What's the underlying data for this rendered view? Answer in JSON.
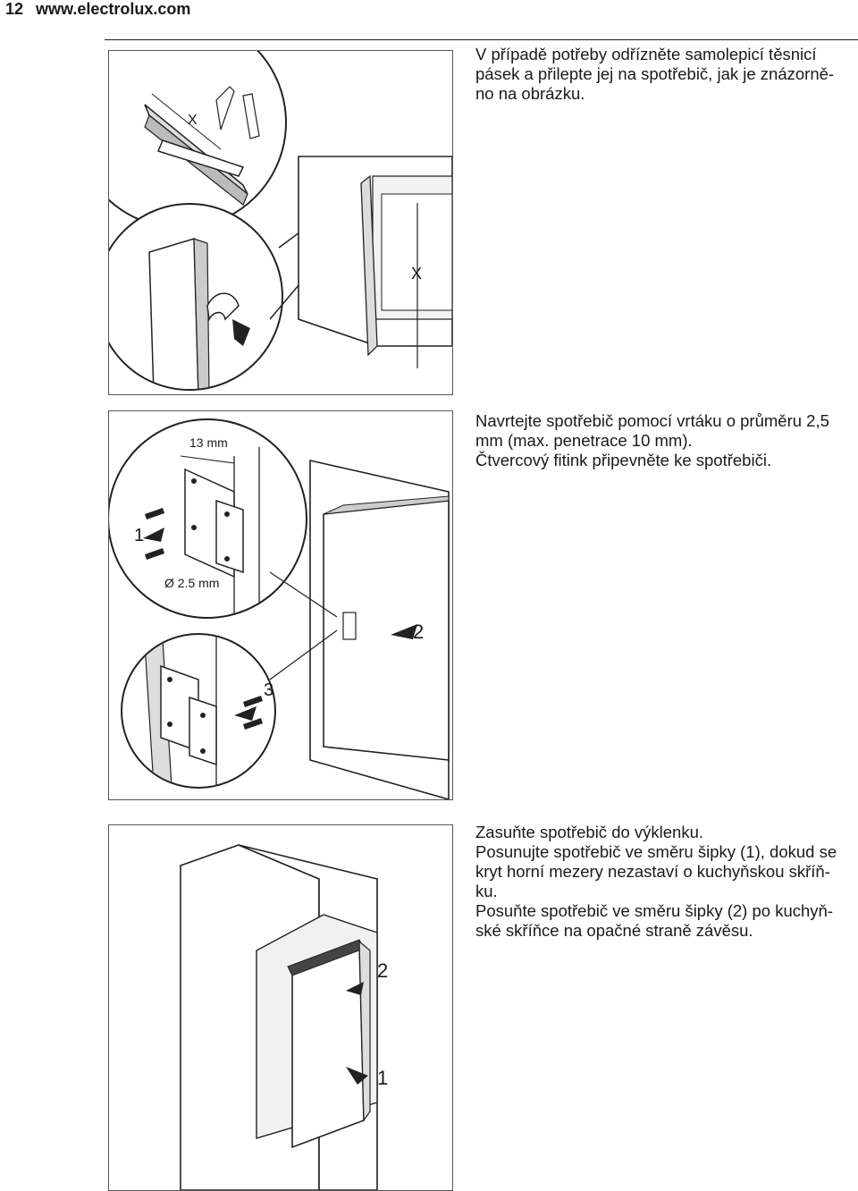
{
  "header": {
    "page_number": "12",
    "website": "www.electrolux.com"
  },
  "sections": [
    {
      "text": [
        "V případě potřeby odřízněte samolepicí těsnicí pásek a přilepte jej na spotřebič, jak je znázorně-",
        "no na obrázku."
      ]
    },
    {
      "text": [
        "Navrtejte spotřebič pomocí vrtáku o průměru 2,5 mm (max. penetrace 10 mm).",
        "Čtvercový fitink připevněte ke spotřebiči."
      ]
    },
    {
      "text": [
        "Zasuňte spotřebič do výklenku.",
        "Posunujte spotřebič ve směru šipky (1), dokud se kryt horní mezery nezastaví o kuchyňskou skříň-",
        "ku.",
        "Posuňte spotřebič ve směru šipky (2) po kuchyň-",
        "ské skříňce na opačné straně závěsu."
      ]
    }
  ],
  "figure1": {
    "label_x_small": "X",
    "label_x_large": "X"
  },
  "figure2": {
    "label_13mm": "13 mm",
    "label_diam": "Ø 2.5 mm",
    "label_1": "1",
    "label_2": "2",
    "label_3": "3"
  },
  "figure3": {
    "label_2": "2",
    "label_1": "1"
  }
}
